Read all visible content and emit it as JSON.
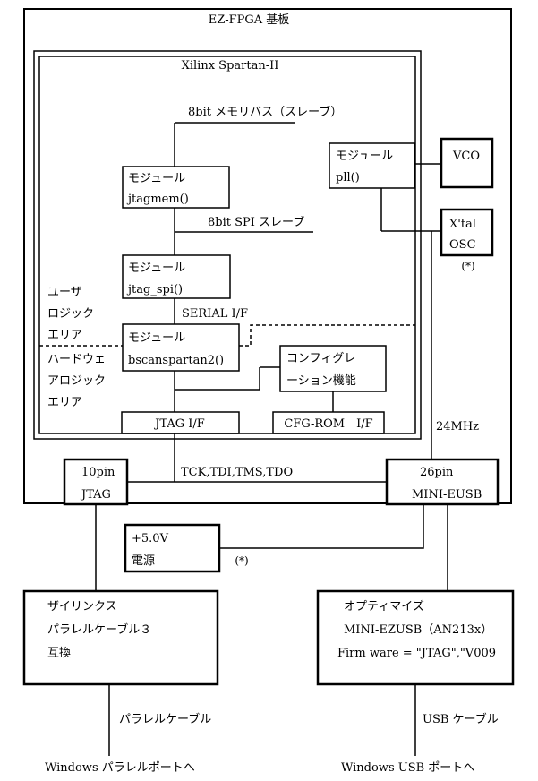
{
  "board": {
    "title": "EZ-FPGA 基板"
  },
  "fpga": {
    "title": "Xilinx Spartan-II"
  },
  "buses": {
    "memory_bus": "8bit メモリバス（スレーブ）",
    "spi_slave": "8bit SPI スレーブ",
    "serial_if": "SERIAL I/F",
    "jtag_signals": "TCK,TDI,TMS,TDO",
    "clock": "24MHz"
  },
  "modules": {
    "jtagmem": {
      "line1": "モジュール",
      "line2": "jtagmem()"
    },
    "pll": {
      "line1": "モジュール",
      "line2": "pll()"
    },
    "jtag_spi": {
      "line1": "モジュール",
      "line2": "jtag_spi()"
    },
    "bscan": {
      "line1": "モジュール",
      "line2": "bscanspartan2()"
    },
    "config": {
      "line1": "コンフィグレ",
      "line2": "ーション機能"
    }
  },
  "interfaces": {
    "jtag_if": "JTAG I/F",
    "cfg_rom_if": "CFG-ROM　I/F"
  },
  "external": {
    "vco": "VCO",
    "xtal": {
      "line1": "X'tal",
      "line2": "OSC"
    },
    "xtal_note": "(*)",
    "pin10": {
      "line1": "10pin",
      "line2": "JTAG"
    },
    "pin26": {
      "line1": "26pin",
      "line2": "MINI-EUSB"
    },
    "power": {
      "line1": "+5.0V",
      "line2": "電源"
    },
    "power_note": "(*)"
  },
  "regions": {
    "user_logic": [
      "ユーザ",
      "ロジック",
      "エリア"
    ],
    "hard_logic": [
      "ハードウェ",
      "アロジック",
      "エリア"
    ]
  },
  "cables": {
    "xilinx": {
      "line1": "ザイリンクス",
      "line2": "パラレルケーブル３",
      "line3": "互換"
    },
    "optimize": {
      "line1": "オプティマイズ",
      "line2": "MINI-EZUSB（AN213x）",
      "line3": "Firm ware = \"JTAG\",\"V009"
    },
    "parallel_cable": "パラレルケーブル",
    "usb_cable": "USB ケーブル",
    "parallel_port": "Windows パラレルポートへ",
    "usb_port": "Windows USB ポートへ"
  }
}
